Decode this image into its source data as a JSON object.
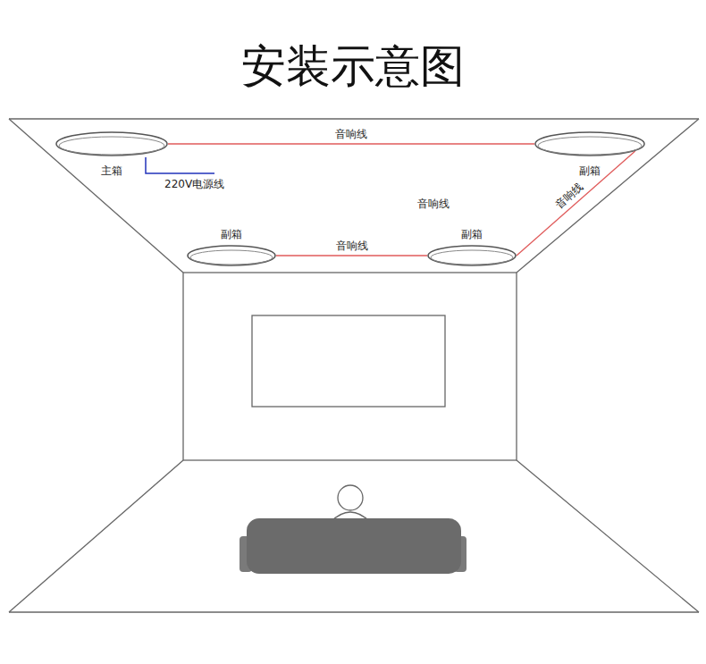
{
  "diagram": {
    "title": "安装示意图",
    "nodes": [
      {
        "text": [
          "主箱"
        ]
      },
      {
        "text": [
          "副箱"
        ]
      },
      {
        "text": [
          "副箱"
        ]
      },
      {
        "text": [
          "副箱"
        ]
      }
    ],
    "edges": [
      {
        "from": 0,
        "to": 1,
        "arrow": "none",
        "label": "音响线"
      },
      {
        "from": 2,
        "to": 3,
        "arrow": "none",
        "label": "音响线"
      },
      {
        "from": 3,
        "to": 1,
        "arrow": "none",
        "label": "音响线"
      }
    ],
    "labels": [
      "220V电源线",
      "音响线"
    ]
  }
}
